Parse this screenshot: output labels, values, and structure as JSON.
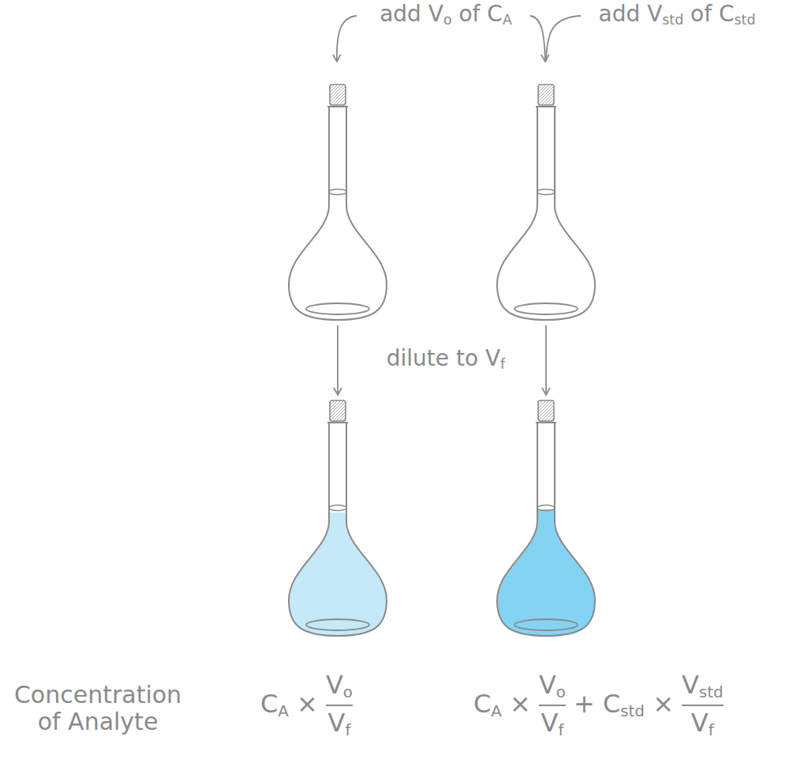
{
  "diagram": {
    "labels": [
      "add Vo of CA",
      "add Vstd of Cstd",
      "dilute to Vf",
      "Concentration of Analyte",
      "CA ×",
      "Vo",
      "Vf",
      "CA ×",
      "Vo",
      "Vf",
      "+ Cstd ×",
      "Vstd",
      "Vf"
    ]
  }
}
